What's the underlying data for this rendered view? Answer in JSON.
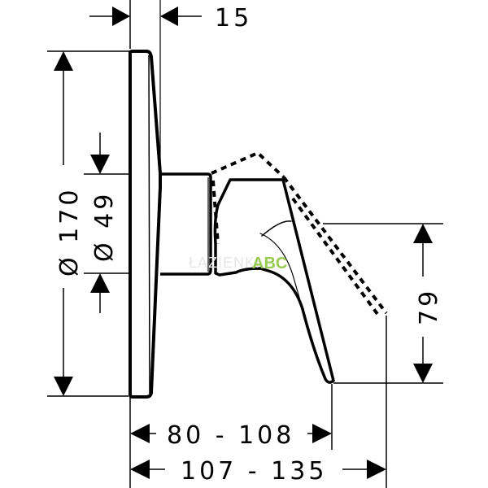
{
  "drawing": {
    "subject": "single-lever concealed shower mixer trim, side view",
    "colors": {
      "line": "#000000",
      "background": "#ffffff",
      "watermark_accent": "#8dc63f"
    },
    "dimensions": {
      "plate_depth": "15",
      "plate_diameter": "Ø 170",
      "body_diameter": "Ø 49",
      "lever_height": "79",
      "projection_lever": "80 - 108",
      "projection_total": "107 - 135"
    },
    "units": "mm"
  },
  "watermark": {
    "prefix": "ŁAZIENKI",
    "accent": "ABC"
  }
}
